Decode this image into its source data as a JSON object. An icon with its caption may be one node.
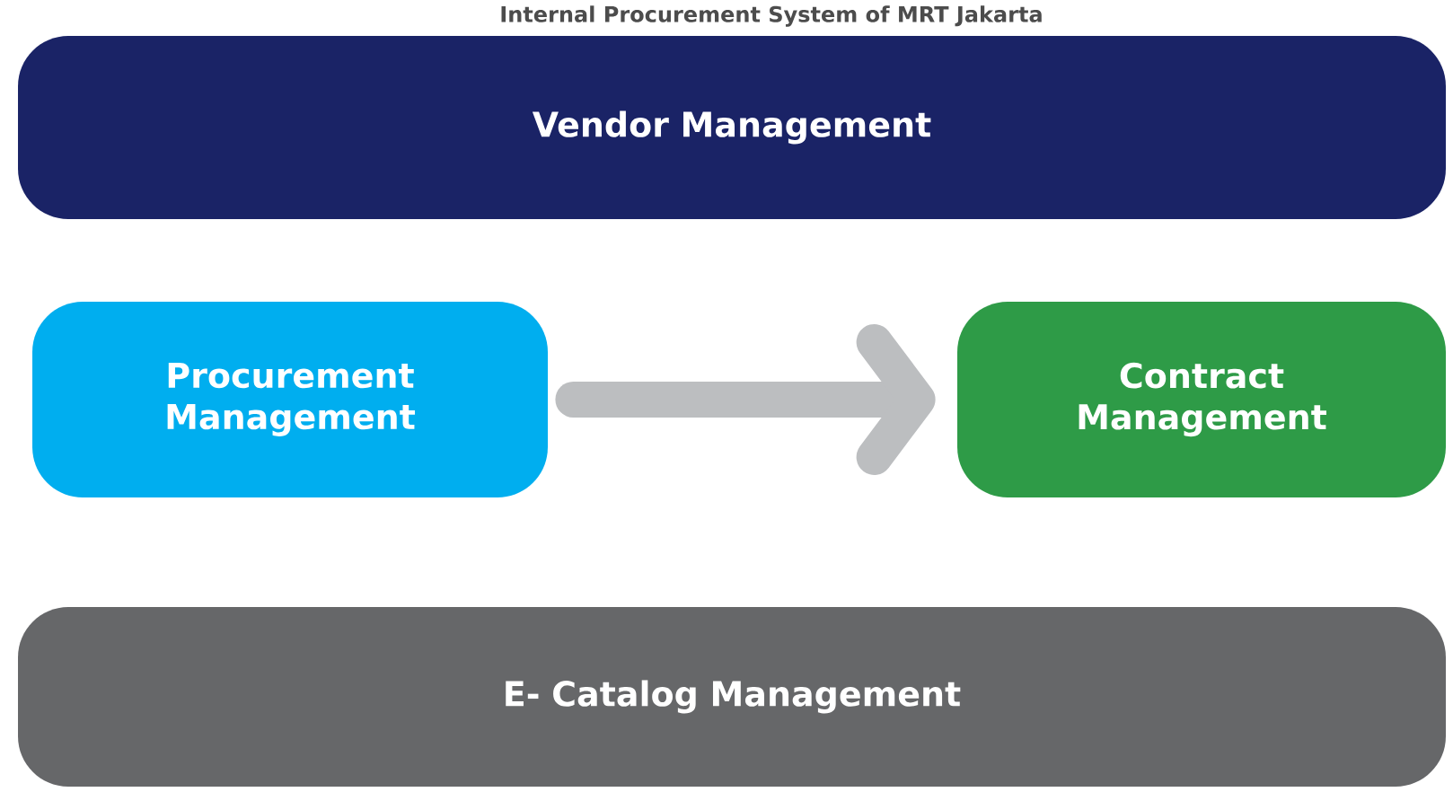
{
  "diagram": {
    "title": "Internal Procurement System of MRT Jakarta",
    "nodes": [
      {
        "text": [
          "Vendor Management"
        ]
      },
      {
        "text": [
          "Procurement Management"
        ]
      },
      {
        "text": [
          "Contract Management"
        ]
      },
      {
        "text": [
          "E- Catalog Management"
        ]
      }
    ],
    "edges": [
      {
        "from": 1,
        "to": 2,
        "arrow": "to"
      }
    ]
  }
}
